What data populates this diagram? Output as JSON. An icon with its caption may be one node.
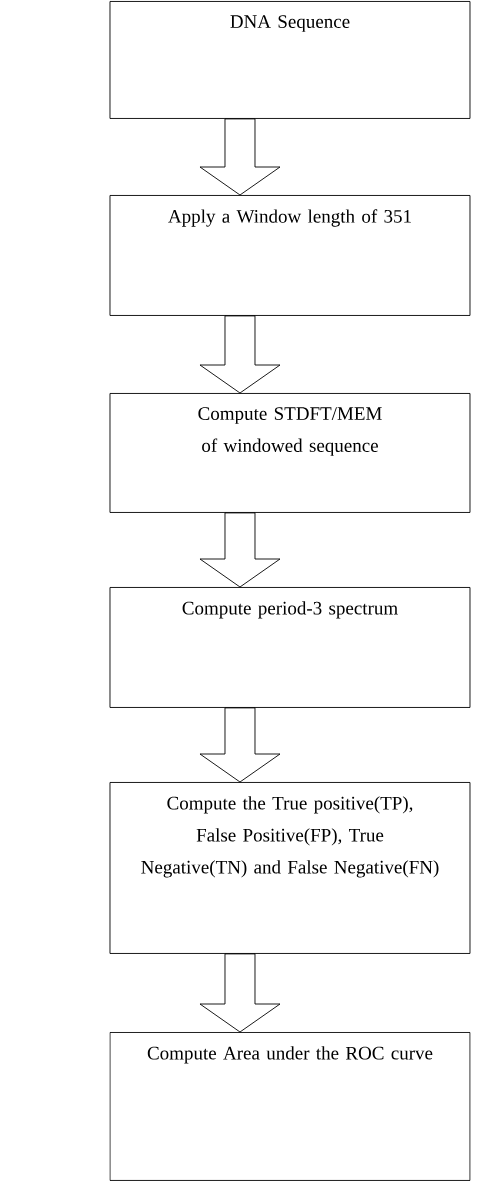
{
  "diagram": {
    "nodes": [
      {
        "text": [
          "DNA Sequence"
        ]
      },
      {
        "text": [
          "Apply a Window length of 351"
        ]
      },
      {
        "text": [
          "Compute STDFT/MEM of windowed sequence"
        ]
      },
      {
        "text": [
          "Compute period-3 spectrum"
        ]
      },
      {
        "text": [
          "Compute the True positive(TP), False Positive(FP), True Negative(TN) and False Negative(FN)"
        ]
      },
      {
        "text": [
          "Compute Area under the ROC curve"
        ]
      }
    ],
    "edges": [
      {
        "from": 0,
        "to": 1,
        "arrow": "to"
      },
      {
        "from": 1,
        "to": 2,
        "arrow": "to"
      },
      {
        "from": 2,
        "to": 3,
        "arrow": "to"
      },
      {
        "from": 3,
        "to": 4,
        "arrow": "to"
      },
      {
        "from": 4,
        "to": 5,
        "arrow": "to"
      }
    ]
  }
}
